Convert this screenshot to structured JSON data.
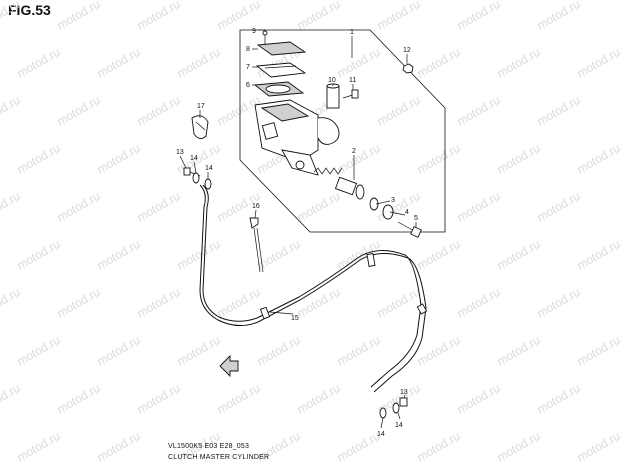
{
  "figure": {
    "title": "FIG.53",
    "model_code": "VL1500K5 E03 E28_053",
    "name": "CLUTCH MASTER CYLINDER",
    "watermark": "motod.ru"
  },
  "callouts": [
    {
      "id": "c1",
      "text": "1"
    },
    {
      "id": "c2",
      "text": "2"
    },
    {
      "id": "c3",
      "text": "3"
    },
    {
      "id": "c4",
      "text": "4"
    },
    {
      "id": "c5",
      "text": "5"
    },
    {
      "id": "c6",
      "text": "6"
    },
    {
      "id": "c7",
      "text": "7"
    },
    {
      "id": "c8",
      "text": "8"
    },
    {
      "id": "c9",
      "text": "9"
    },
    {
      "id": "c10",
      "text": "10"
    },
    {
      "id": "c11",
      "text": "11"
    },
    {
      "id": "c12",
      "text": "12"
    },
    {
      "id": "c13a",
      "text": "13"
    },
    {
      "id": "c14a",
      "text": "14"
    },
    {
      "id": "c14b",
      "text": "14"
    },
    {
      "id": "c15",
      "text": "15"
    },
    {
      "id": "c16",
      "text": "16"
    },
    {
      "id": "c17",
      "text": "17"
    },
    {
      "id": "c13b",
      "text": "13"
    },
    {
      "id": "c14c",
      "text": "14"
    },
    {
      "id": "c14d",
      "text": "14"
    }
  ],
  "icons": {
    "front_arrow": "front-direction-arrow-icon"
  }
}
